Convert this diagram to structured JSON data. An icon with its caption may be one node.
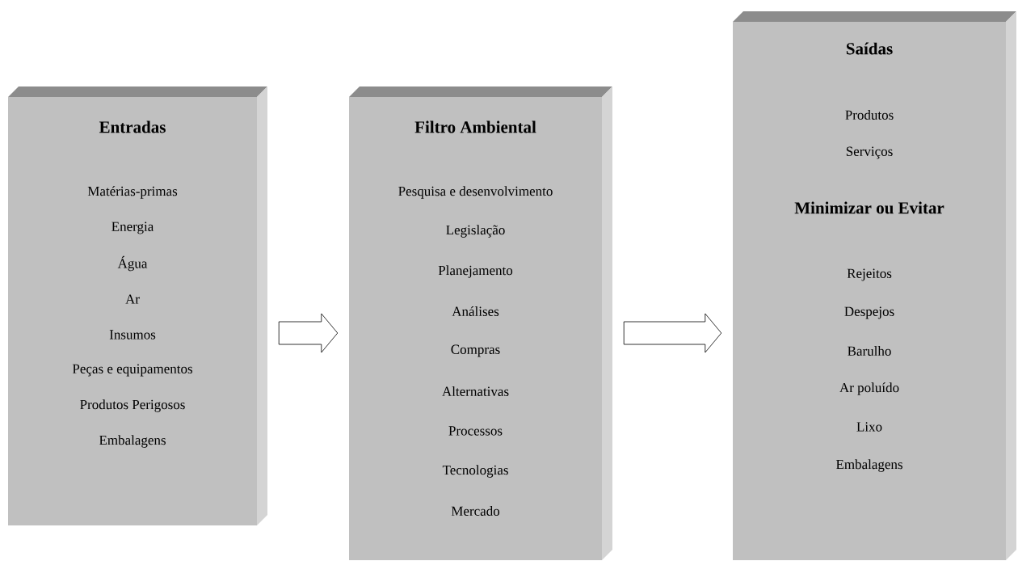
{
  "diagram": {
    "nodes": [
      {
        "text": [
          "Entradas",
          "Matérias-primas",
          "Energia",
          "Água",
          "Ar",
          "Insumos",
          "Peças e equipamentos",
          "Produtos Perigosos",
          "Embalagens"
        ]
      },
      {
        "text": [
          "Filtro Ambiental",
          "Pesquisa e desenvolvimento",
          "Legislação",
          "Planejamento",
          "Análises",
          "Compras",
          "Alternativas",
          "Processos",
          "Tecnologias",
          "Mercado"
        ]
      },
      {
        "text": [
          "Saídas",
          "Produtos",
          "Serviços",
          "Minimizar ou Evitar",
          "Rejeitos",
          "Despejos",
          "Barulho",
          "Ar poluído",
          "Lixo",
          "Embalagens"
        ]
      }
    ],
    "edges": [
      {
        "from": 0,
        "to": 1,
        "arrow": "to"
      },
      {
        "from": 1,
        "to": 2,
        "arrow": "to"
      }
    ]
  }
}
